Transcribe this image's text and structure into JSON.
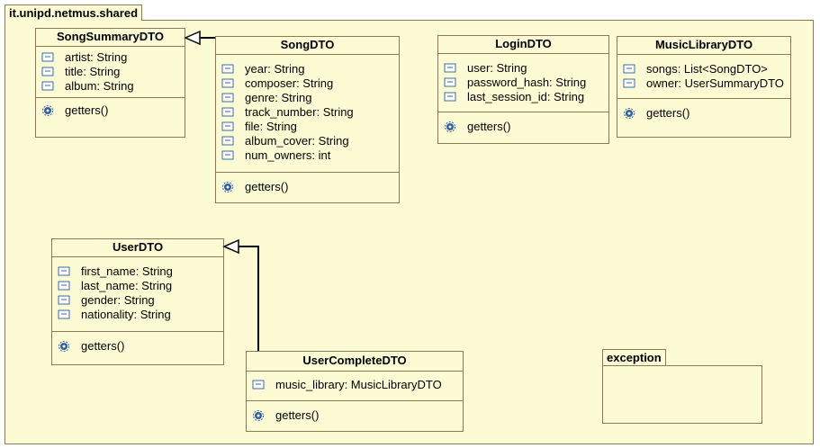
{
  "package": {
    "name": "it.unipd.netmus.shared"
  },
  "classes": {
    "song_summary": {
      "name": "SongSummaryDTO",
      "attributes": [
        "artist: String",
        "title: String",
        "album: String"
      ],
      "operations": [
        "getters()"
      ]
    },
    "song": {
      "name": "SongDTO",
      "attributes": [
        "year: String",
        "composer: String",
        "genre: String",
        "track_number: String",
        "file: String",
        "album_cover: String",
        "num_owners: int"
      ],
      "operations": [
        "getters()"
      ]
    },
    "login": {
      "name": "LoginDTO",
      "attributes": [
        "user: String",
        "password_hash: String",
        "last_session_id: String"
      ],
      "operations": [
        "getters()"
      ]
    },
    "music_library": {
      "name": "MusicLibraryDTO",
      "attributes": [
        "songs: List<SongDTO>",
        "owner: UserSummaryDTO"
      ],
      "operations": [
        "getters()"
      ]
    },
    "user": {
      "name": "UserDTO",
      "attributes": [
        "first_name: String",
        "last_name: String",
        "gender: String",
        "nationality: String"
      ],
      "operations": [
        "getters()"
      ]
    },
    "user_complete": {
      "name": "UserCompleteDTO",
      "attributes": [
        "music_library: MusicLibraryDTO"
      ],
      "operations": [
        "getters()"
      ]
    }
  },
  "subpackage": {
    "name": "exception"
  },
  "icons": {
    "attribute": "field-icon",
    "operation": "method-gear-icon"
  },
  "colors": {
    "fill": "#fdfbd3",
    "border": "#8a7a55",
    "arrow": "#000000",
    "icon_field": "#3a6ea5",
    "icon_method": "#2d5fa0"
  }
}
